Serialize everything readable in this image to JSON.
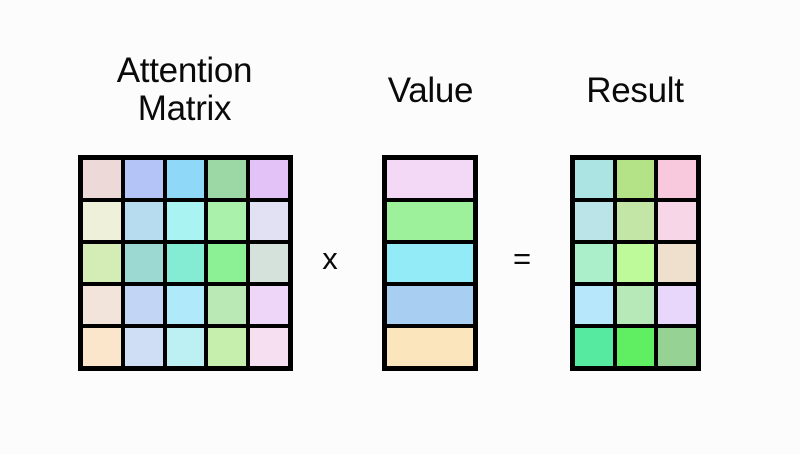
{
  "background_color": "#fcfcfd",
  "grid_line_color": "#000000",
  "text_color": "#0a0a0a",
  "labels": {
    "attention": "Attention\nMatrix",
    "value": "Value",
    "result": "Result"
  },
  "operators": {
    "multiply": "x",
    "equals": "="
  },
  "matrices": {
    "attention": {
      "title": "Attention Matrix",
      "rows": 5,
      "cols": 5,
      "cells": [
        [
          "#edd9d7",
          "#b4c4f7",
          "#8fd8f8",
          "#9bd8a5",
          "#e3c3f7"
        ],
        [
          "#eef0d9",
          "#b7dcf0",
          "#a9f3f2",
          "#aaf2ab",
          "#e2e1f4"
        ],
        [
          "#d4ecb6",
          "#9bd9d2",
          "#85ecd4",
          "#8cf095",
          "#d5e2dc"
        ],
        [
          "#f2e4da",
          "#c3d5f5",
          "#b0e9fa",
          "#bbe9b6",
          "#eed6f9"
        ],
        [
          "#fbe6cc",
          "#cfddf5",
          "#bdf0f3",
          "#c6eeac",
          "#f6dff0"
        ]
      ]
    },
    "value": {
      "title": "Value",
      "rows": 5,
      "cols": 1,
      "cells": [
        [
          "#f4d9f7"
        ],
        [
          "#9cf19a"
        ],
        [
          "#93ebf7"
        ],
        [
          "#a8cff1"
        ],
        [
          "#fbe5bc"
        ]
      ]
    },
    "result": {
      "title": "Result",
      "rows": 5,
      "cols": 3,
      "cells": [
        [
          "#abe4e2",
          "#b4e286",
          "#f8c9dd"
        ],
        [
          "#bbe4e8",
          "#c3e5a5",
          "#f7d7e7"
        ],
        [
          "#abeeca",
          "#befa9a",
          "#eee0cd"
        ],
        [
          "#b7e7fb",
          "#b7e8b7",
          "#e8d7fb"
        ],
        [
          "#56eaa0",
          "#60ef62",
          "#95d293"
        ]
      ]
    }
  }
}
